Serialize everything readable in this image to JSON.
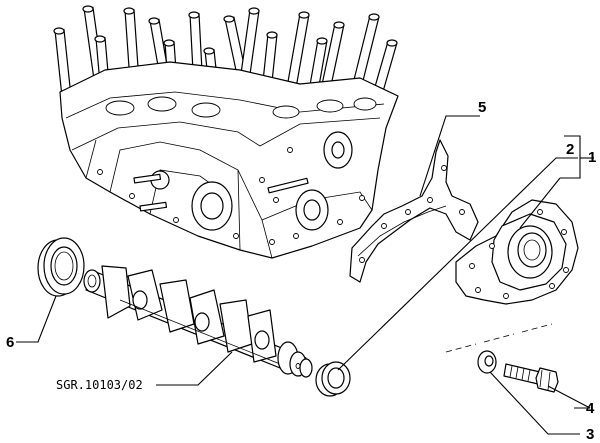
{
  "diagram": {
    "reference_code": "SGR.10103/02",
    "callouts": [
      {
        "id": "c1",
        "label": "1"
      },
      {
        "id": "c2",
        "label": "2"
      },
      {
        "id": "c3",
        "label": "3"
      },
      {
        "id": "c4",
        "label": "4"
      },
      {
        "id": "c5",
        "label": "5"
      },
      {
        "id": "c6",
        "label": "6"
      }
    ],
    "parts": [
      {
        "key": "engine-block"
      },
      {
        "key": "crankshaft"
      },
      {
        "key": "front-oil-seal"
      },
      {
        "key": "rear-oil-seal"
      },
      {
        "key": "rear-seal-gasket"
      },
      {
        "key": "rear-seal-cover"
      },
      {
        "key": "washer"
      },
      {
        "key": "bolt"
      }
    ]
  }
}
